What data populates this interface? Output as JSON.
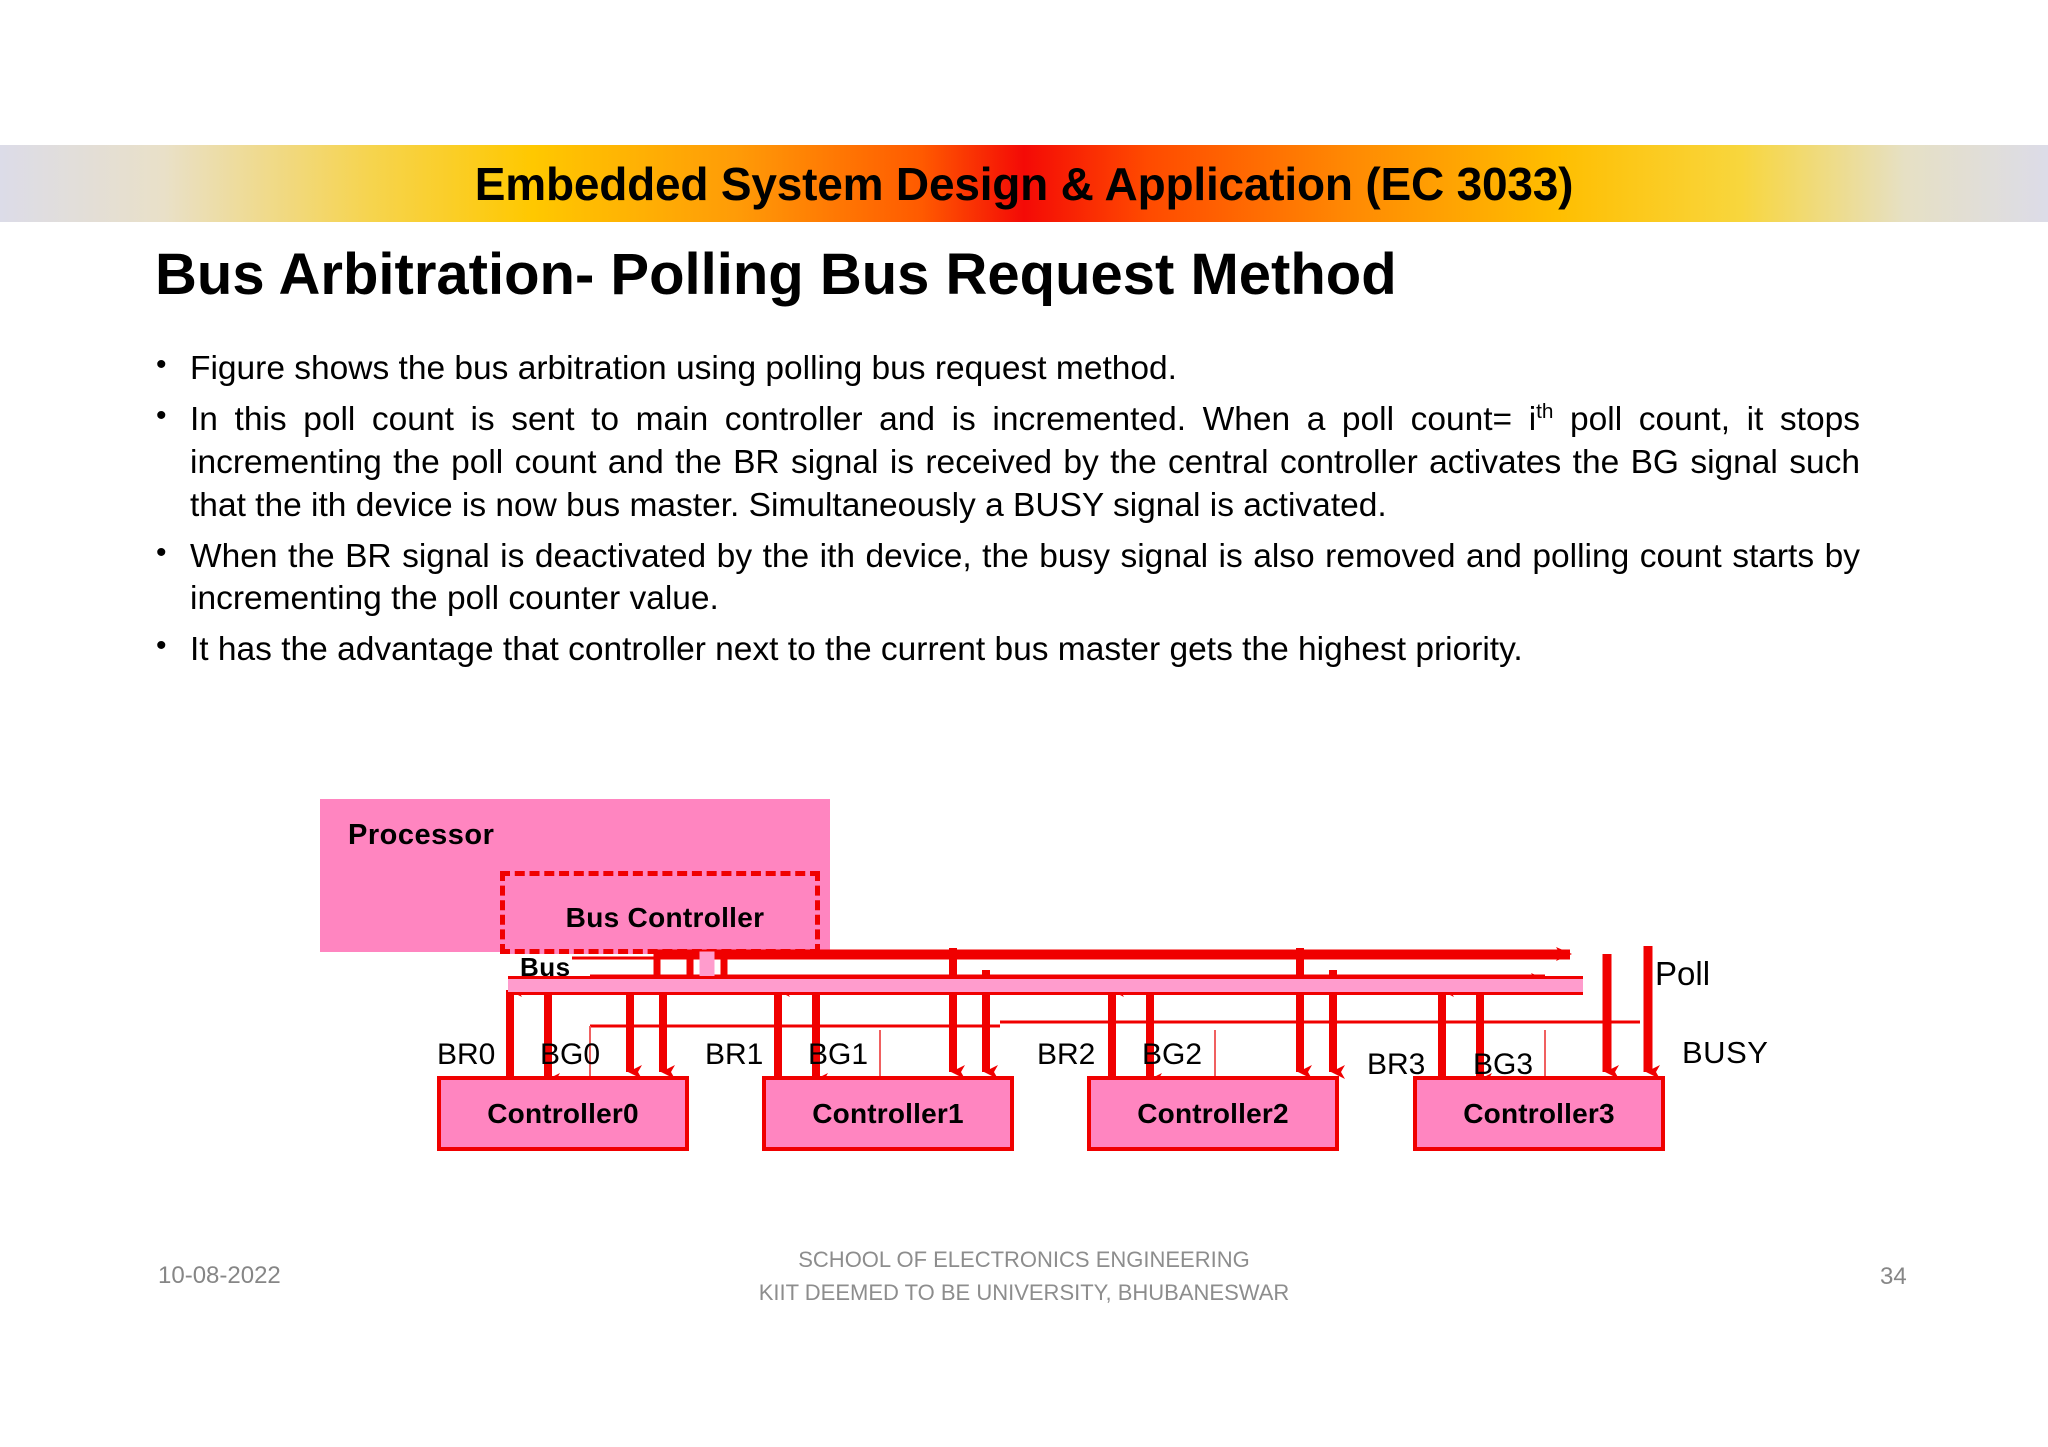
{
  "header": {
    "banner_title": "Embedded System Design & Application (EC 3033)"
  },
  "slide": {
    "title": "Bus Arbitration- Polling Bus Request Method",
    "bullets": [
      "Figure shows the bus arbitration using polling bus request method.",
      "In this poll count is sent to main controller and is incremented. When  a poll count= i",
      "When the BR signal is deactivated by the ith device, the busy signal is also removed and polling count starts by incrementing the poll counter value.",
      "It has the advantage that controller next to the current bus master gets the highest priority."
    ],
    "bullet2_sup": "th",
    "bullet2_rest": " poll count, it stops incrementing the poll count and the BR signal is received by the central controller activates the BG signal such that the ith device is now bus master. Simultaneously a BUSY signal is activated."
  },
  "diagram": {
    "processor_label": "Processor",
    "bus_controller_label": "Bus Controller",
    "bus_label": "Bus",
    "poll_label": "Poll",
    "busy_label": "BUSY",
    "controllers": [
      {
        "name": "Controller0",
        "br": "BR0",
        "bg": "BG0"
      },
      {
        "name": "Controller1",
        "br": "BR1",
        "bg": "BG1"
      },
      {
        "name": "Controller2",
        "br": "BR2",
        "bg": "BG2"
      },
      {
        "name": "Controller3",
        "br": "BR3",
        "bg": "BG3"
      }
    ],
    "colors": {
      "fill_pink": "#ff85c0",
      "bus_pink": "#ff9ccd",
      "line_red": "#f00000"
    }
  },
  "footer": {
    "date": "10-08-2022",
    "org_line1": "SCHOOL OF ELECTRONICS ENGINEERING",
    "org_line2": "KIIT DEEMED TO BE UNIVERSITY, BHUBANESWAR",
    "page_number": "34"
  }
}
